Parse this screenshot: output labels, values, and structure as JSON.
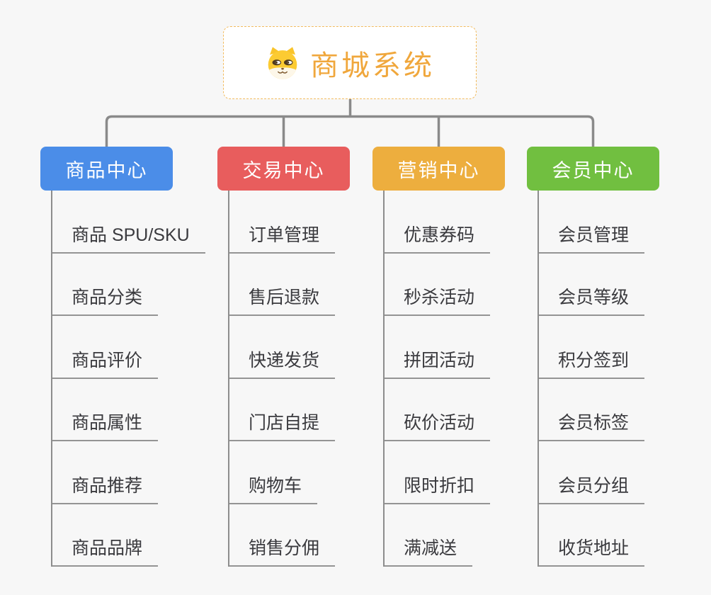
{
  "root": {
    "title": "商城系统",
    "icon": "dog-face-icon",
    "title_color": "#f0a73c",
    "border_color": "#f2bb5e"
  },
  "connector_color": "#8a8a8a",
  "branches": [
    {
      "label": "商品中心",
      "color": "#4b8de8",
      "children": [
        "商品 SPU/SKU",
        "商品分类",
        "商品评价",
        "商品属性",
        "商品推荐",
        "商品品牌"
      ]
    },
    {
      "label": "交易中心",
      "color": "#e85d5d",
      "children": [
        "订单管理",
        "售后退款",
        "快递发货",
        "门店自提",
        "购物车",
        "销售分佣"
      ]
    },
    {
      "label": "营销中心",
      "color": "#edae3e",
      "children": [
        "优惠券码",
        "秒杀活动",
        "拼团活动",
        "砍价活动",
        "限时折扣",
        "满减送"
      ]
    },
    {
      "label": "会员中心",
      "color": "#71bf40",
      "children": [
        "会员管理",
        "会员等级",
        "积分签到",
        "会员标签",
        "会员分组",
        "收货地址"
      ]
    }
  ]
}
